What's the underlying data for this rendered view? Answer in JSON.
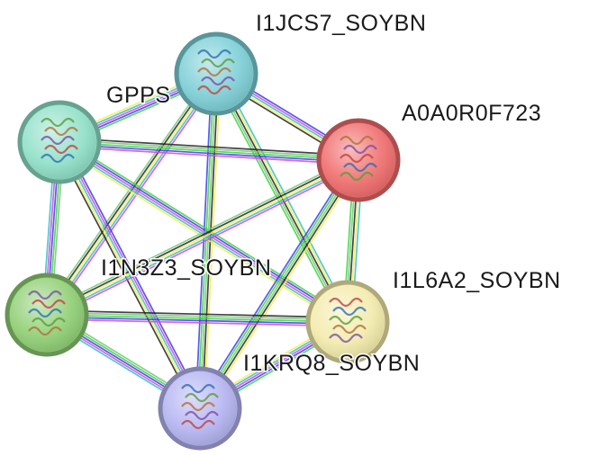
{
  "network": {
    "nodes": [
      {
        "id": "I1JCS7_SOYBN",
        "label": "I1JCS7_SOYBN",
        "color": "#7ccfd6"
      },
      {
        "id": "GPPS",
        "label": "GPPS",
        "color": "#8fe0c7"
      },
      {
        "id": "A0A0R0F723",
        "label": "A0A0R0F723",
        "color": "#f06c6c"
      },
      {
        "id": "I1N3Z3_SOYBN",
        "label": "I1N3Z3_SOYBN",
        "color": "#8fcf74"
      },
      {
        "id": "I1L6A2_SOYBN",
        "label": "I1L6A2_SOYBN",
        "color": "#f3ebab"
      },
      {
        "id": "I1KRQ8_SOYBN",
        "label": "I1KRQ8_SOYBN",
        "color": "#b4b4f2"
      }
    ],
    "edge_colors": [
      "#3fd13f",
      "#3a3af0",
      "#d24bd2",
      "#2fbfd0",
      "#f0ef4a",
      "#222222",
      "#72c87a"
    ],
    "edges": [
      {
        "source": "I1JCS7_SOYBN",
        "target": "GPPS"
      },
      {
        "source": "I1JCS7_SOYBN",
        "target": "A0A0R0F723"
      },
      {
        "source": "I1JCS7_SOYBN",
        "target": "I1N3Z3_SOYBN"
      },
      {
        "source": "I1JCS7_SOYBN",
        "target": "I1L6A2_SOYBN"
      },
      {
        "source": "I1JCS7_SOYBN",
        "target": "I1KRQ8_SOYBN"
      },
      {
        "source": "GPPS",
        "target": "A0A0R0F723"
      },
      {
        "source": "GPPS",
        "target": "I1N3Z3_SOYBN"
      },
      {
        "source": "GPPS",
        "target": "I1L6A2_SOYBN"
      },
      {
        "source": "GPPS",
        "target": "I1KRQ8_SOYBN"
      },
      {
        "source": "A0A0R0F723",
        "target": "I1N3Z3_SOYBN"
      },
      {
        "source": "A0A0R0F723",
        "target": "I1L6A2_SOYBN"
      },
      {
        "source": "A0A0R0F723",
        "target": "I1KRQ8_SOYBN"
      },
      {
        "source": "I1N3Z3_SOYBN",
        "target": "I1L6A2_SOYBN"
      },
      {
        "source": "I1N3Z3_SOYBN",
        "target": "I1KRQ8_SOYBN"
      },
      {
        "source": "I1L6A2_SOYBN",
        "target": "I1KRQ8_SOYBN"
      }
    ]
  }
}
